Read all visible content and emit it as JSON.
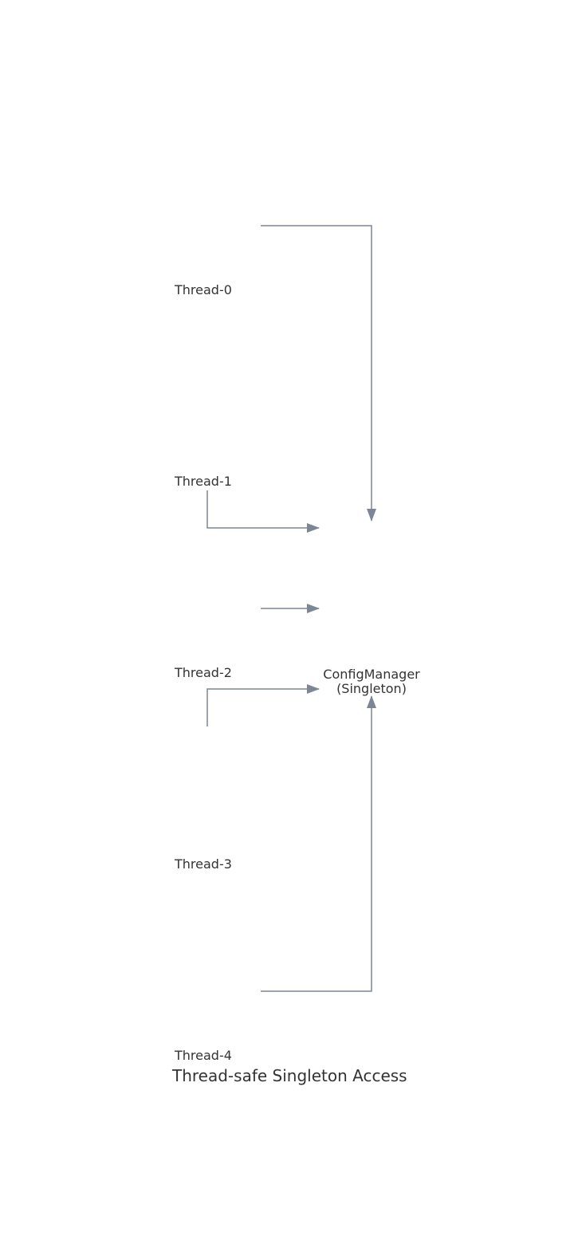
{
  "diagram": {
    "title": "Thread-safe Singleton Access",
    "singleton": {
      "name": "ConfigManager",
      "kind": "(Singleton)"
    },
    "threads": [
      "Thread-0",
      "Thread-1",
      "Thread-2",
      "Thread-3",
      "Thread-4"
    ],
    "connections": [
      {
        "from": "Thread-0",
        "to": "ConfigManager"
      },
      {
        "from": "Thread-1",
        "to": "ConfigManager"
      },
      {
        "from": "Thread-2",
        "to": "ConfigManager"
      },
      {
        "from": "Thread-3",
        "to": "ConfigManager"
      },
      {
        "from": "Thread-4",
        "to": "ConfigManager"
      }
    ],
    "colors": {
      "connector": "#7b8794",
      "text": "#333333",
      "background": "#ffffff"
    }
  }
}
